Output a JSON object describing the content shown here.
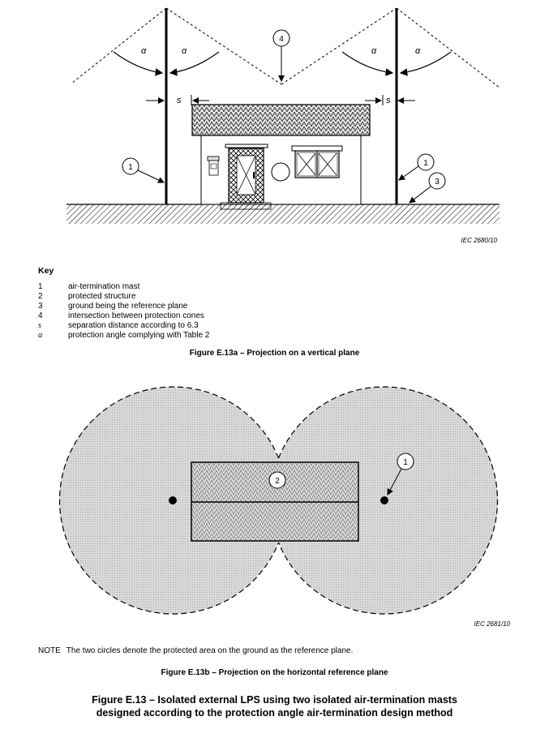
{
  "figure_a": {
    "iec_code": "IEC  2680/10",
    "caption": "Figure E.13a – Projection on a vertical plane",
    "callouts": {
      "mast_left": "1",
      "mast_right": "1",
      "ground": "3",
      "intersection": "4"
    },
    "alpha_symbol": "α",
    "separation_symbol": "s"
  },
  "key": {
    "title": "Key",
    "items": [
      {
        "symbol": "1",
        "text": "air-termination mast"
      },
      {
        "symbol": "2",
        "text": "protected structure"
      },
      {
        "symbol": "3",
        "text": "ground being the reference plane"
      },
      {
        "symbol": "4",
        "text": "intersection between protection cones"
      },
      {
        "symbol": "s",
        "text": "separation distance according to 6.3"
      },
      {
        "symbol": "α",
        "text": "protection angle complying with Table 2"
      }
    ]
  },
  "figure_b": {
    "iec_code": "IEC  2681/10",
    "callouts": {
      "structure": "2",
      "mast": "1"
    },
    "note_label": "NOTE",
    "note_text": "The two circles denote the protected area on the ground as the reference plane.",
    "caption": "Figure E.13b – Projection on the horizontal reference plane"
  },
  "main_caption": {
    "line1": "Figure E.13 – Isolated external LPS using two isolated air-termination masts",
    "line2": "designed according to the protection angle air-termination design method"
  }
}
